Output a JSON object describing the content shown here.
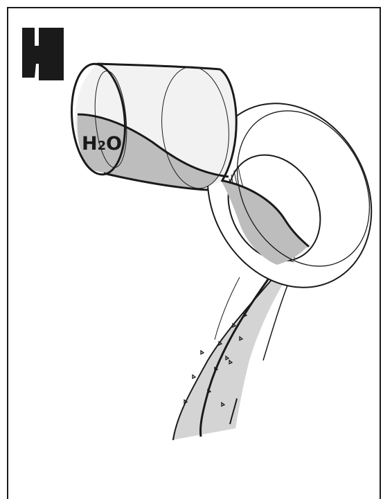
{
  "figure": {
    "step_marker": "H",
    "label": {
      "base": "H",
      "subscript": "2",
      "suffix": "O"
    }
  },
  "colors": {
    "ink": "#1a1a1a",
    "water_light": "#d4d4d4",
    "water_mid": "#bdbdbd",
    "glass_fill": "#f2f2f2",
    "background": "#ffffff"
  }
}
